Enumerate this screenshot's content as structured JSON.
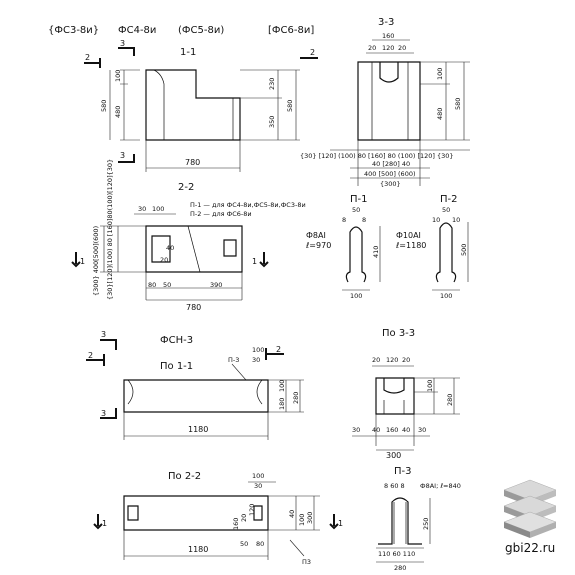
{
  "header": {
    "fs3": "{ФС3-8и}",
    "fs4": "ФС4-8и",
    "fs5": "(ФС5-8и)",
    "fs6": "[ФС6-8и]"
  },
  "sec11": {
    "title": "1-1",
    "mark_top": "3",
    "mark_left": "2",
    "mark_right": "2",
    "mark_bottom": "3",
    "d100": "100",
    "d480": "480",
    "d580l": "580",
    "d230": "230",
    "d350": "350",
    "d580r": "580",
    "d780": "780"
  },
  "sec33": {
    "title": "3-3",
    "d160": "160",
    "d20a": "20",
    "d120": "120",
    "d20b": "20",
    "d100": "100",
    "d480": "480",
    "d580": "580",
    "row1": "{30} [120] (100) 80 [160] 80 (100) [120] {30}",
    "row2": "40 [280] 40",
    "row3": "400 [500] (600)",
    "row4": "{300}"
  },
  "sec22": {
    "title": "2-2",
    "note1": "П-1 — для ФС4-8и,ФС5-8и,ФС3-8и",
    "note2": "П-2 — для ФС6-8и",
    "d30": "30",
    "d100": "100",
    "d50": "50",
    "d40": "40",
    "d20": "20",
    "d80": "80",
    "d390": "390",
    "d780": "780",
    "vert1": "{300} 400[500](600)",
    "vert2": "{30}[120](100) 80 [160]80(100)[120]{30}",
    "mark": "1"
  },
  "p1": {
    "title": "П-1",
    "steel": "Ф8АI",
    "len": "ℓ=970",
    "d50": "50",
    "d8a": "8",
    "d8b": "8",
    "d410": "410",
    "d100": "100"
  },
  "p2": {
    "title": "П-2",
    "steel": "Ф10АI",
    "len": "ℓ=1180",
    "d50": "50",
    "d10a": "10",
    "d10b": "10",
    "d500": "500",
    "d100": "100"
  },
  "fsn": {
    "title": "ФСН-3",
    "po11": "По 1-1",
    "p3": "П-3",
    "d100": "100",
    "d30": "30",
    "d180": "180",
    "d100v": "100",
    "d280": "280",
    "d1180": "1180",
    "mark3": "3",
    "mark2": "2"
  },
  "po33": {
    "title": "По 3-3",
    "d20a": "20",
    "d120": "120",
    "d20b": "20",
    "d100": "100",
    "d280": "280",
    "d30a": "30",
    "d40a": "40",
    "d160": "160",
    "d40b": "40",
    "d30b": "30",
    "d300": "300"
  },
  "po22": {
    "title": "По 2-2",
    "d100": "100",
    "d30": "30",
    "d160": "160",
    "d20": "20",
    "d120": "120",
    "d40": "40",
    "d100v": "100",
    "d300": "300",
    "d50": "50",
    "d80": "80",
    "d1180": "1180",
    "p3": "П3",
    "mark": "1"
  },
  "p3": {
    "title": "П-3",
    "dims": "8 60 8",
    "steel": "Ф8АI; ℓ=840",
    "d250": "250",
    "dbot": "110 60 110",
    "d280": "280"
  },
  "brand": {
    "text": "gbi22.ru",
    "colors": {
      "top": "#d9d9d9",
      "mid": "#bdbdbd",
      "dark": "#8a8a8a"
    }
  }
}
